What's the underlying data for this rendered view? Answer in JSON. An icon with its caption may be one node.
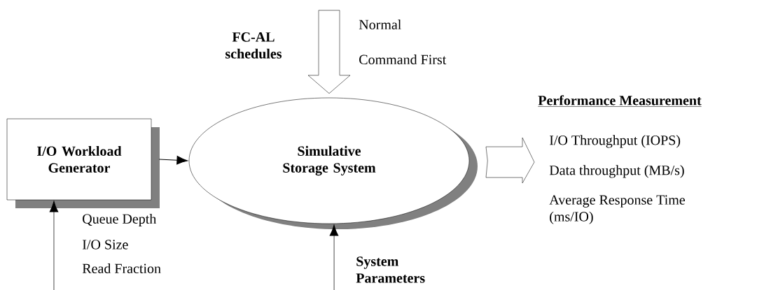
{
  "diagram": {
    "nodes": [
      {
        "text": [
          "I/O Workload Generator"
        ]
      },
      {
        "text": [
          "Simulative Storage System"
        ]
      },
      {
        "text": [
          "Performance Measurement",
          "I/O Throughput (IOPS)",
          "Data throughput (MB/s)",
          "Average Response Time (ms/IO)"
        ]
      }
    ],
    "edges": [
      {
        "from": 0,
        "to": 1,
        "arrow": "to"
      },
      {
        "from": null,
        "to": 1,
        "arrow": "to",
        "style": "thick"
      },
      {
        "from": 1,
        "to": 2,
        "arrow": "to",
        "style": "thick"
      },
      {
        "from": null,
        "to": 0,
        "arrow": "to"
      },
      {
        "from": null,
        "to": 1,
        "arrow": "to"
      }
    ],
    "labels": [
      "FC-AL schedules",
      "Normal",
      "Command First",
      "Queue Depth",
      "I/O Size",
      "Read Fraction",
      "System Parameters"
    ]
  }
}
